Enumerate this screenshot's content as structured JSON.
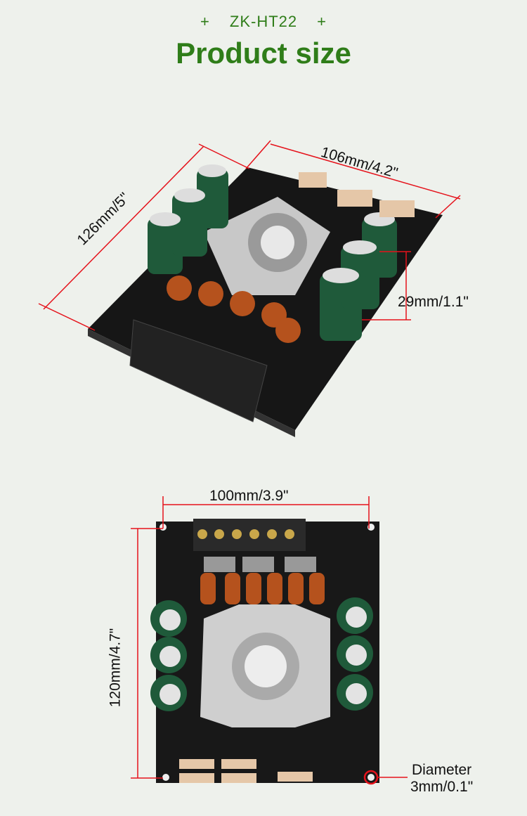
{
  "header": {
    "plus_left": "+",
    "model": "ZK-HT22",
    "plus_right": "+",
    "title": "Product size"
  },
  "top_view": {
    "length_label": "126mm/5\"",
    "width_label": "106mm/4.2\"",
    "height_label": "29mm/1.1\""
  },
  "bottom_view": {
    "width_label": "100mm/3.9\"",
    "height_label": "120mm/4.7\"",
    "hole_label_line1": "Diameter",
    "hole_label_line2": "3mm/0.1\""
  },
  "colors": {
    "title_green": "#2f7d19",
    "dimension_red": "#e5121b",
    "pcb": "#1c1c1c",
    "capacitor": "#1f5a3a"
  }
}
